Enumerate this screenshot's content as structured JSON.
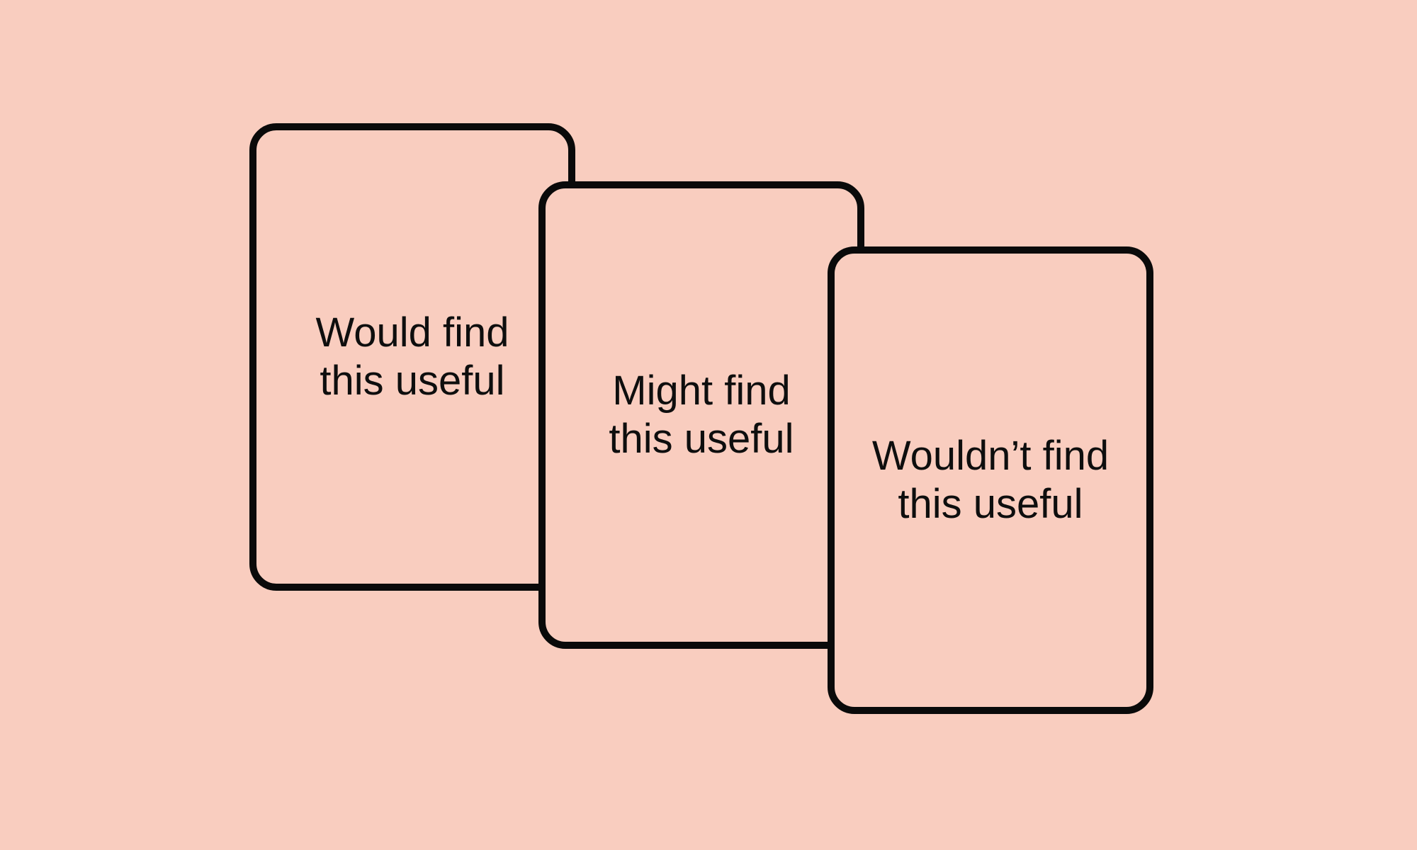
{
  "background_color": "#f9cdbf",
  "border_color": "#0a0a0a",
  "cards": [
    {
      "label": "Would find\nthis useful"
    },
    {
      "label": "Might find\nthis useful"
    },
    {
      "label": "Wouldn’t find\nthis useful"
    }
  ]
}
